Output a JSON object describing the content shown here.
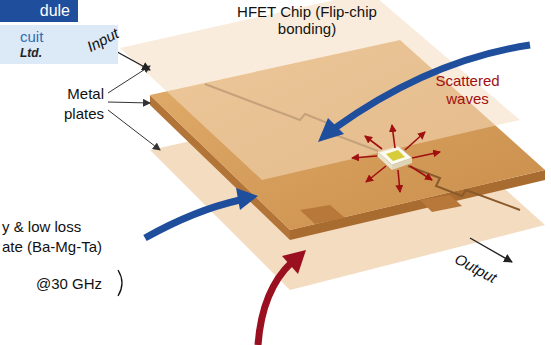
{
  "diagram": {
    "nodes": [
      {
        "text": [
          "dule"
        ]
      },
      {
        "text": [
          "cuit",
          "Ltd."
        ]
      }
    ],
    "labels": [
      "Input",
      "HFET Chip (Flip-chip bonding)",
      "Metal plates",
      "Scattered waves",
      "y & low loss",
      "ate (Ba-Mg-Ta)",
      "@30 GHz",
      "Output"
    ]
  }
}
